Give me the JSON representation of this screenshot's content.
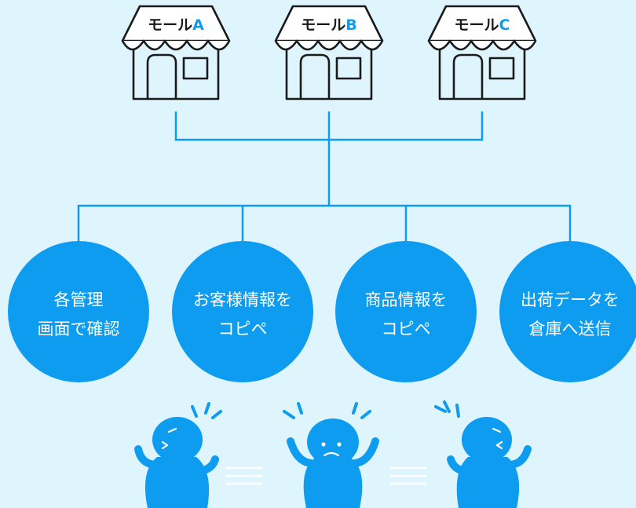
{
  "colors": {
    "background": "#dff5fd",
    "accent": "#0d9cf0",
    "line": "#0d9cf0",
    "outline": "#1a1a1a"
  },
  "stores": [
    {
      "prefix": "モール",
      "letter": "A"
    },
    {
      "prefix": "モール",
      "letter": "B"
    },
    {
      "prefix": "モール",
      "letter": "C"
    }
  ],
  "tasks": [
    {
      "line1": "各管理",
      "line2": "画面で確認"
    },
    {
      "line1": "お客様情報を",
      "line2": "コピペ"
    },
    {
      "line1": "商品情報を",
      "line2": "コピペ"
    },
    {
      "line1": "出荷データを",
      "line2": "倉庫へ送信"
    }
  ],
  "people": [
    {
      "icon": "stressed-person-looking-left-icon"
    },
    {
      "icon": "stressed-person-arms-up-icon"
    },
    {
      "icon": "stressed-person-looking-right-icon"
    }
  ]
}
